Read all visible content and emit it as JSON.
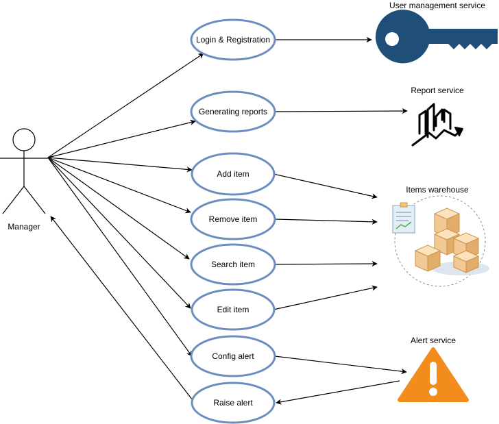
{
  "actor": {
    "label": "Manager"
  },
  "use_cases": [
    {
      "id": "login",
      "label": "Login & Registration"
    },
    {
      "id": "reports",
      "label": "Generating reports"
    },
    {
      "id": "add",
      "label": "Add item"
    },
    {
      "id": "remove",
      "label": "Remove item"
    },
    {
      "id": "search",
      "label": "Search item"
    },
    {
      "id": "edit",
      "label": "Edit item"
    },
    {
      "id": "config_alert",
      "label": "Config alert"
    },
    {
      "id": "raise_alert",
      "label": "Raise alert"
    }
  ],
  "services": {
    "user_management": {
      "label": "User management service",
      "icon": "key-icon",
      "color": "#1f4e79"
    },
    "report": {
      "label": "Report service",
      "icon": "chart-trend-icon",
      "color": "#000000"
    },
    "warehouse": {
      "label": "Items warehouse",
      "icon": "warehouse-boxes-icon",
      "color": "#f2c894"
    },
    "alert": {
      "label": "Alert service",
      "icon": "warning-icon",
      "color": "#f28c1c"
    }
  },
  "colors": {
    "ellipse_stroke": "#6c8ebf",
    "line": "#000000"
  }
}
